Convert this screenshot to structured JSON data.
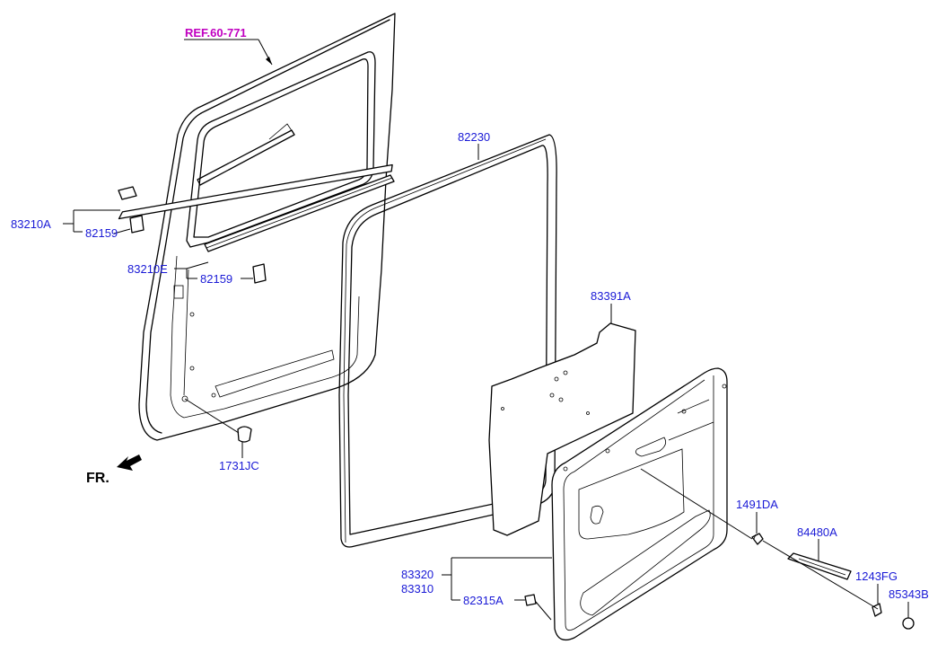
{
  "labels": {
    "ref": "REF.60-771",
    "p82230": "82230",
    "p83210A": "83210A",
    "p82159a": "82159",
    "p83210E": "83210E",
    "p82159b": "82159",
    "p83391A": "83391A",
    "p1731JC": "1731JC",
    "fr": "FR.",
    "p1491DA": "1491DA",
    "p84480A": "84480A",
    "p83320": "83320",
    "p83310": "83310",
    "p1243FG": "1243FG",
    "p82315A": "82315A",
    "p85343B": "85343B"
  },
  "colors": {
    "part_number": "#1a1ad6",
    "reference": "#c000c0",
    "line": "#000000"
  }
}
